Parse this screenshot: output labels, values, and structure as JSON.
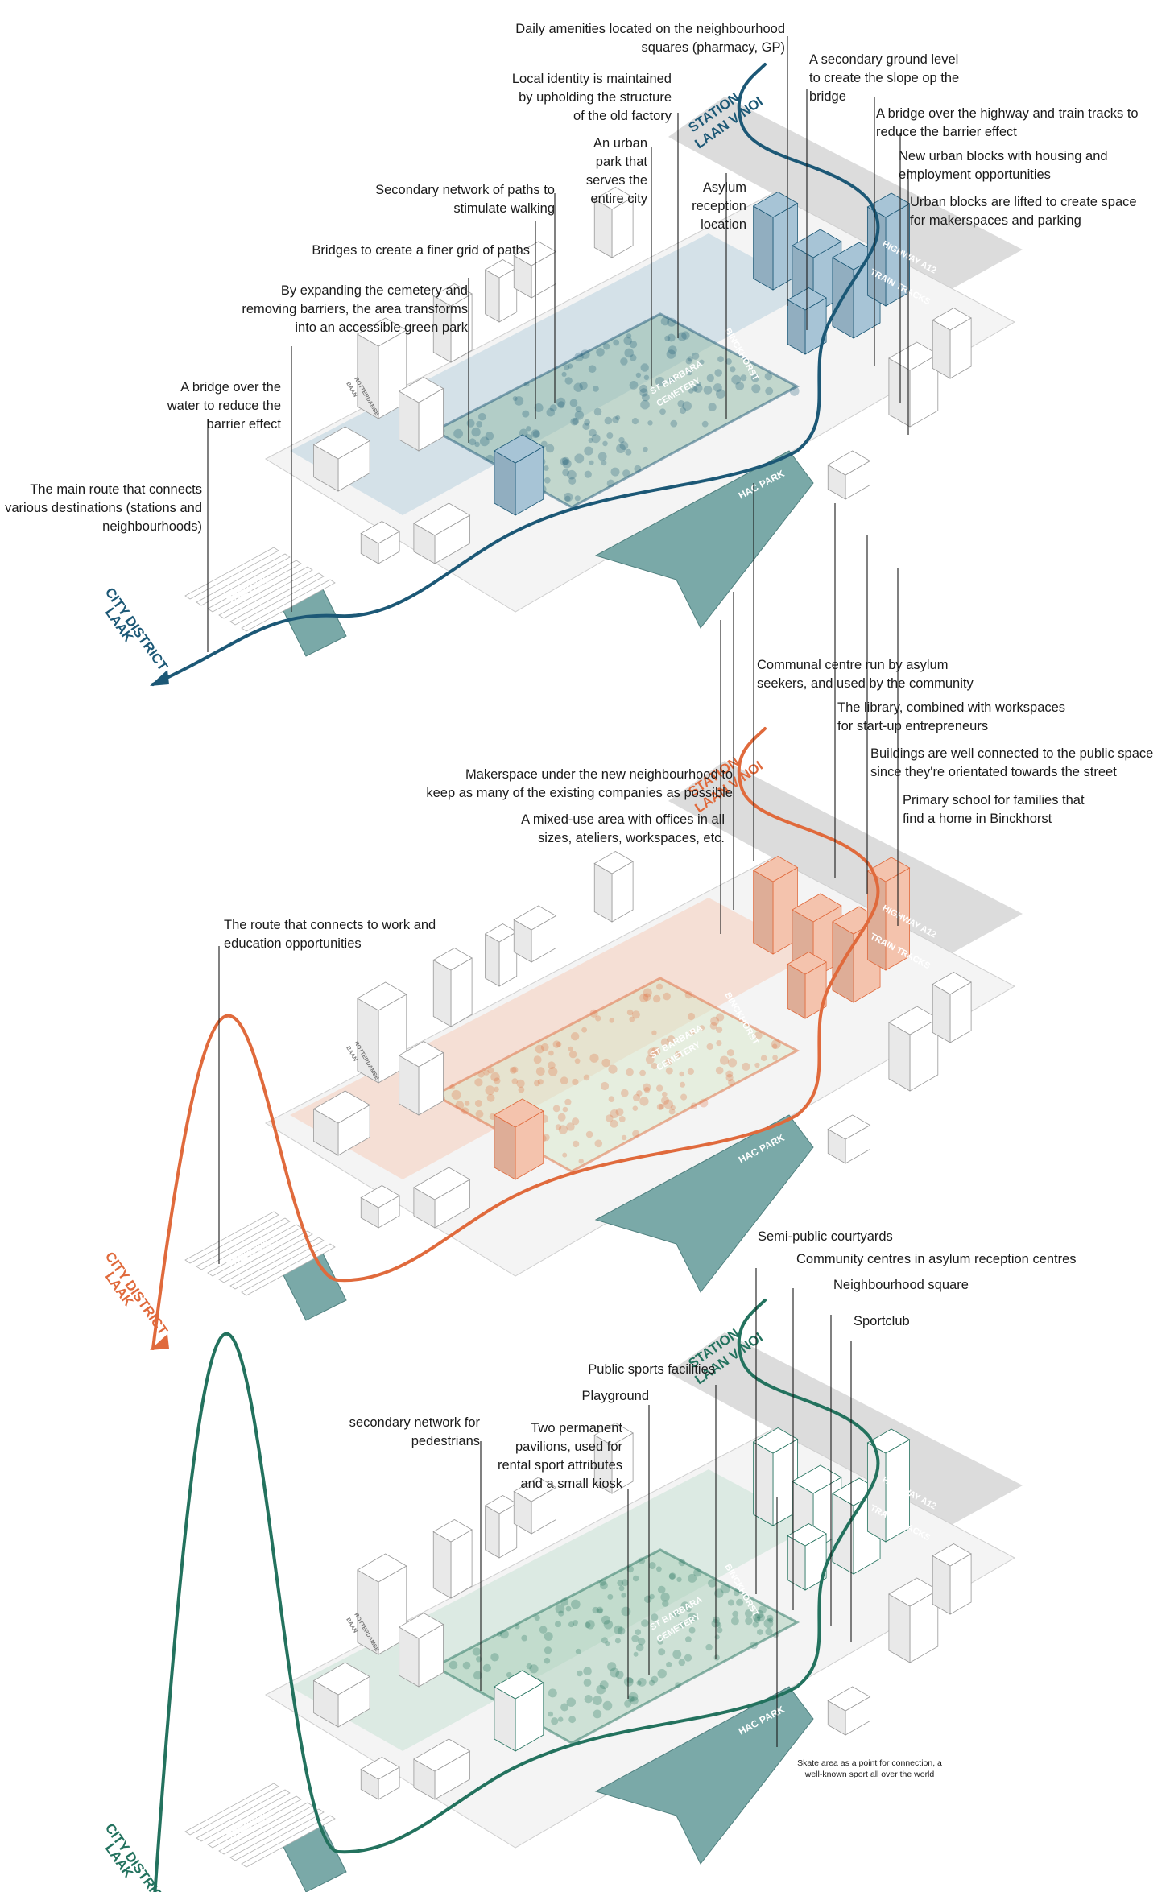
{
  "colors": {
    "blue": "#1c5876",
    "blue_light": "#b9d2df",
    "blue_fill": "#a7c4d6",
    "orange": "#e06a3c",
    "orange_light": "#f6cdbc",
    "green": "#23725e",
    "green_light": "#c8e2d6",
    "water": "#7aa9a8",
    "grey_band": "#dcdcdc",
    "line": "#1a1a1a"
  },
  "panel1": {
    "place_labels": {
      "station": [
        "STATION",
        "LAAN V NOI"
      ],
      "district": [
        "CITY DISTRICT",
        "LAAK"
      ],
      "trekvliet": "TREKVLIET",
      "highway": "HIGHWAY A12",
      "tracks": "TRAIN TRACKS",
      "binckhorst": "BINCKHORST",
      "cemetery": [
        "ST BARBARA",
        "CEMETERY"
      ],
      "park": "HAC PARK",
      "rotterdamse": [
        "ROTTERDAMSE",
        "BAAN"
      ]
    },
    "annotations": [
      {
        "text": "Daily amenities located on the neighbourhood\nsquares (pharmacy, GP)"
      },
      {
        "text": "A secondary ground level\nto create the slope op the\nbridge"
      },
      {
        "text": "Local identity is maintained\nby upholding the structure\nof the old factory"
      },
      {
        "text": "A bridge over the highway and train tracks to\nreduce the barrier effect"
      },
      {
        "text": "An urban\npark that\nserves the\nentire city"
      },
      {
        "text": "New urban blocks with housing and\nemployment opportunities"
      },
      {
        "text": "Asylum\nreception\nlocation"
      },
      {
        "text": "Urban blocks are lifted to create space\nfor makerspaces and parking"
      },
      {
        "text": "Secondary network of paths to\nstimulate walking"
      },
      {
        "text": "Bridges to create a finer grid of paths"
      },
      {
        "text": "By expanding the cemetery and\nremoving barriers, the area transforms\ninto an accessible green park"
      },
      {
        "text": "A bridge over the\nwater to reduce the\nbarrier effect"
      },
      {
        "text": "The main route that connects\nvarious destinations (stations and\nneighbourhoods)"
      }
    ]
  },
  "panel2": {
    "place_labels": {
      "station": [
        "STATION",
        "LAAN V NOI"
      ],
      "district": [
        "CITY DISTRICT",
        "LAAK"
      ],
      "trekvliet": "TREKVLIET",
      "highway": "HIGHWAY A12",
      "tracks": "TRAIN TRACKS",
      "binckhorst": "BINCKHORST",
      "cemetery": [
        "ST BARBARA",
        "CEMETERY"
      ],
      "park": "HAC PARK",
      "rotterdamse": [
        "ROTTERDAMSE",
        "BAAN"
      ]
    },
    "annotations": [
      {
        "text": "Communal centre run by asylum\nseekers, and used by the community"
      },
      {
        "text": "The library, combined with workspaces\nfor start-up entrepreneurs"
      },
      {
        "text": "Buildings are well connected to the public space\nsince they're orientated towards the street"
      },
      {
        "text": "Makerspace under the new neighbourhood to\nkeep as many of the existing companies as possible"
      },
      {
        "text": "Primary school for families that\nfind a home in Binckhorst"
      },
      {
        "text": "A mixed-use area with offices in all\nsizes, ateliers, workspaces, etc."
      },
      {
        "text": "The route that connects to work and\neducation opportunities"
      }
    ]
  },
  "panel3": {
    "place_labels": {
      "station": [
        "STATION",
        "LAAN V NOI"
      ],
      "district": [
        "CITY DISTRICT",
        "LAAK"
      ],
      "trekvliet": "TREKVLIET",
      "highway": "HIGHWAY A12",
      "tracks": "TRAIN TRACKS",
      "binckhorst": "BINCKHORST",
      "cemetery": [
        "ST BARBARA",
        "CEMETERY"
      ],
      "park": "HAC PARK",
      "rotterdamse": [
        "ROTTERDAMSE",
        "BAAN"
      ]
    },
    "annotations": [
      {
        "text": "Semi-public courtyards"
      },
      {
        "text": "Community centres in asylum reception centres"
      },
      {
        "text": "Neighbourhood square"
      },
      {
        "text": "Sportclub"
      },
      {
        "text": "Public sports facilities"
      },
      {
        "text": "Playground"
      },
      {
        "text": "secondary network for\npedestrians"
      },
      {
        "text": "Two permanent\npavilions, used for\nrental sport attributes\nand a small kiosk"
      },
      {
        "text": "Skate area as a point for connection, a\nwell-known sport all over the world"
      }
    ]
  }
}
